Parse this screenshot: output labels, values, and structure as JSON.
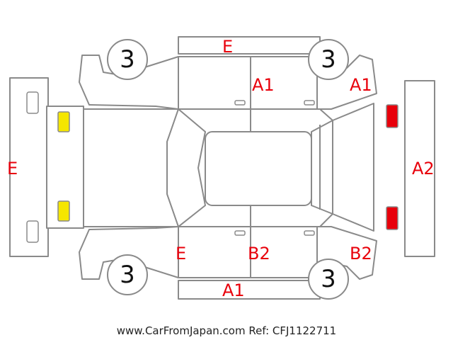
{
  "damage_marks": [
    {
      "id": "roof-top-e",
      "label": "E"
    },
    {
      "id": "front-door-top-a1",
      "label": "A1"
    },
    {
      "id": "rear-fender-top-a1",
      "label": "A1"
    },
    {
      "id": "front-bumper-e",
      "label": "E"
    },
    {
      "id": "rear-bumper-a2",
      "label": "A2"
    },
    {
      "id": "front-fender-bottom-e",
      "label": "E"
    },
    {
      "id": "rear-door-bottom-b2",
      "label": "B2"
    },
    {
      "id": "rear-fender-bottom-b2",
      "label": "B2"
    },
    {
      "id": "rocker-bottom-a1",
      "label": "A1"
    }
  ],
  "wheels": [
    {
      "id": "front-left",
      "label": "3"
    },
    {
      "id": "rear-left",
      "label": "3"
    },
    {
      "id": "front-right",
      "label": "3"
    },
    {
      "id": "rear-right",
      "label": "3"
    }
  ],
  "lights": {
    "headlight_color": "#f5e600",
    "taillight_color": "#e8000b"
  },
  "footer": {
    "text": "www.CarFromJapan.com Ref: CFJ1122711"
  }
}
